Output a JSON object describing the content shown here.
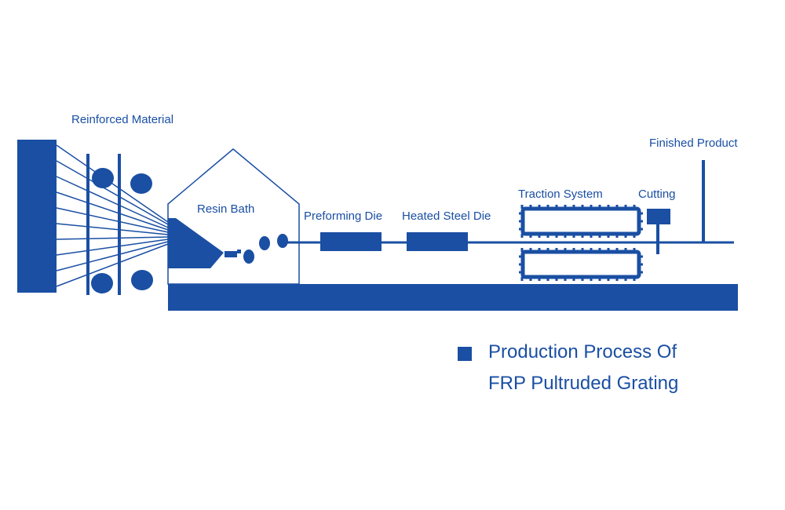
{
  "labels": {
    "reinforced_material": "Reinforced Material",
    "resin_bath": "Resin Bath",
    "preforming_die": "Preforming Die",
    "heated_steel_die": "Heated Steel Die",
    "traction_system": "Traction System",
    "cutting": "Cutting",
    "finished_product": "Finished Product"
  },
  "caption": {
    "line1": "Production Process Of",
    "line2": "FRP Pultruded Grating"
  },
  "colors": {
    "primary": "#1a4fa3",
    "background": "#ffffff"
  }
}
